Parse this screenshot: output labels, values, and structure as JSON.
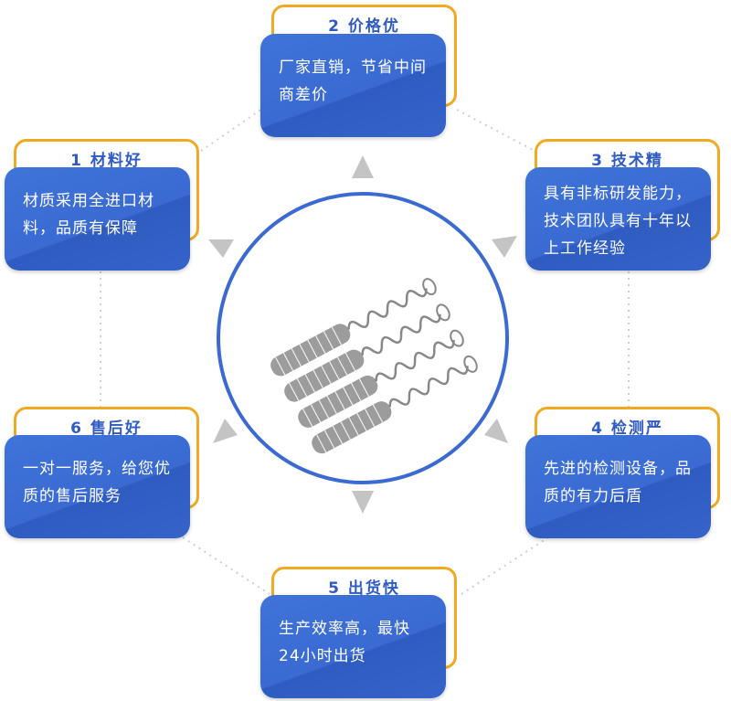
{
  "features": [
    {
      "title": "1 材料好",
      "text": "材质采用全进口材料，品质有保障"
    },
    {
      "title": "2 价格优",
      "text": "厂家直销，节省中间商差价"
    },
    {
      "title": "3 技术精",
      "text": "具有非标研发能力，技术团队具有十年以上工作经验"
    },
    {
      "title": "4 检测严",
      "text": "先进的检测设备，品质的有力后盾"
    },
    {
      "title": "5 出货快",
      "text": "生产效率高，最快24小时出货"
    },
    {
      "title": "6 售后好",
      "text": "一对一服务，给您优质的售后服务"
    }
  ],
  "colors": {
    "accent": "#f0a920",
    "card": "#3a6ad2",
    "circle": "#3a6ad2",
    "arrow": "#c8c8c8"
  }
}
